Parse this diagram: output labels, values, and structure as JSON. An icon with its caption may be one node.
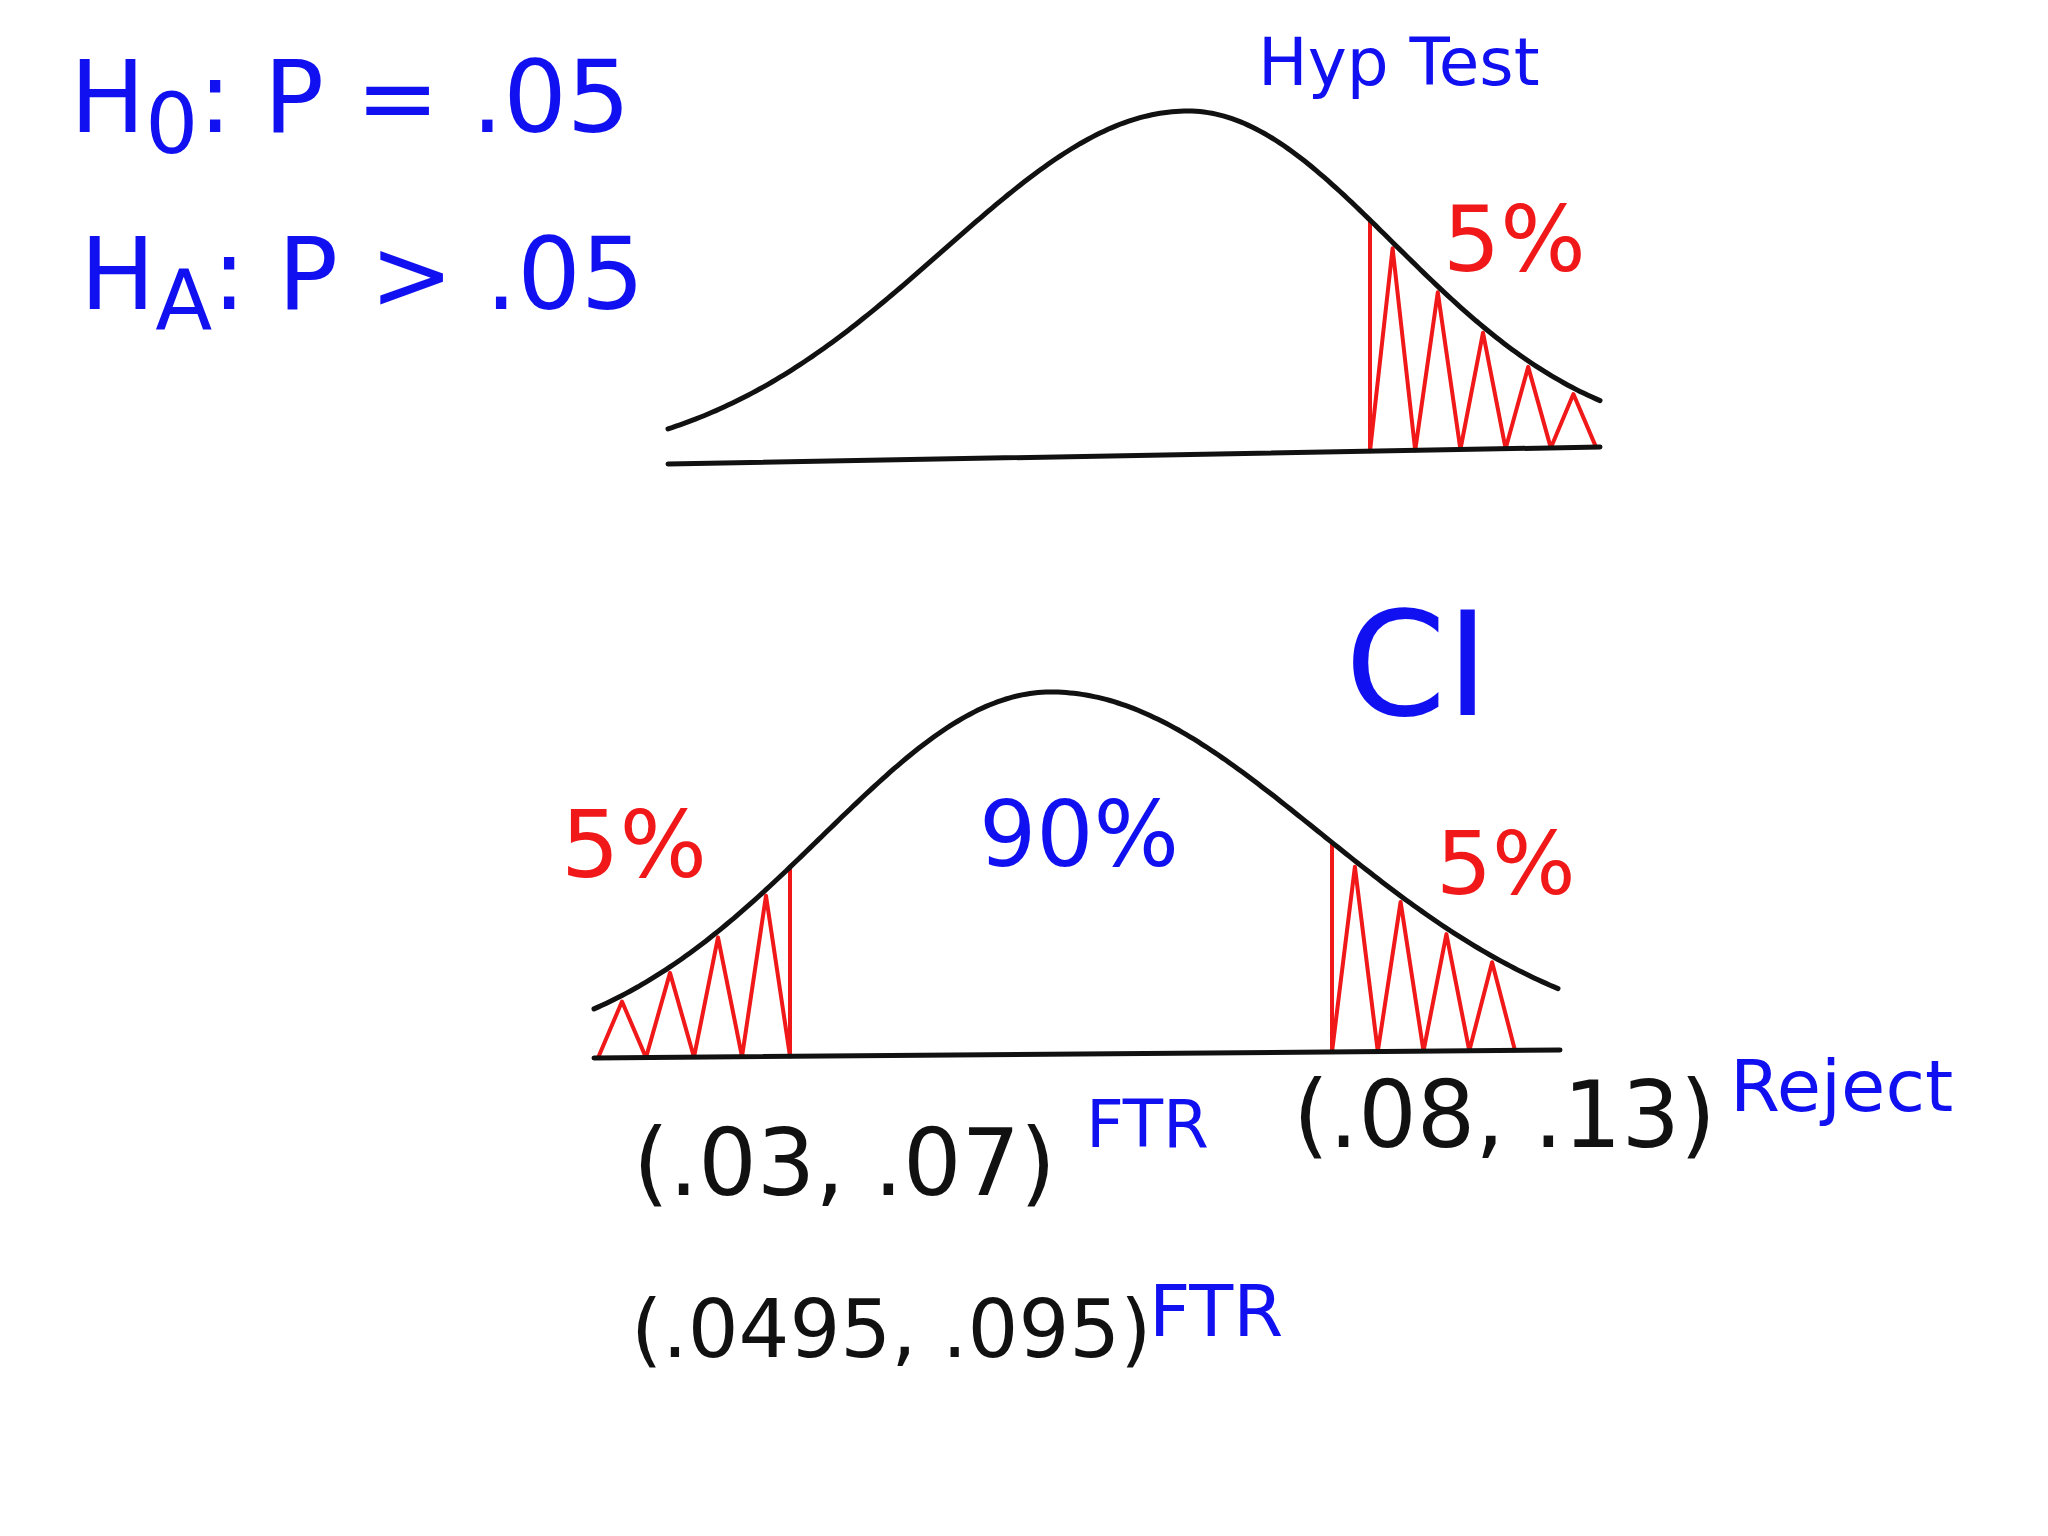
{
  "diagram": {
    "labels": [
      "H$_{0}$: P = .05",
      "H$_{A}$: P > .05",
      "Hyp Test",
      "5%",
      "CI",
      "5%",
      "90%",
      "5%",
      "(.03, .07)",
      "FTR",
      "(.08, .13)",
      "Reject",
      "(.0495, .095)",
      "FTR"
    ]
  }
}
